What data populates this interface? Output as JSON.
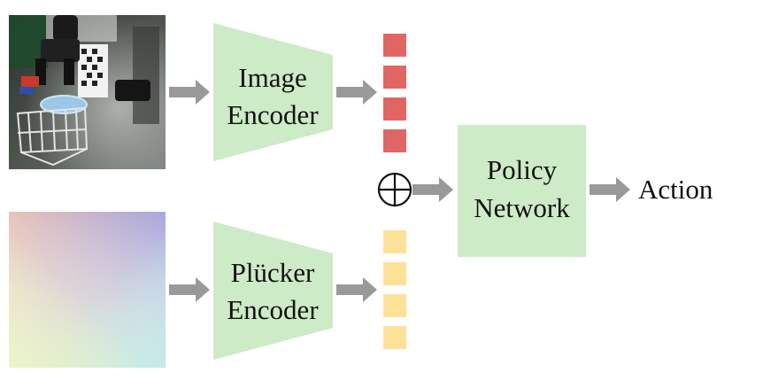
{
  "image_encoder": {
    "line1": "Image",
    "line2": "Encoder"
  },
  "plucker_encoder": {
    "line1": "Plücker",
    "line2": "Encoder"
  },
  "policy_network": {
    "line1": "Policy",
    "line2": "Network"
  },
  "output_label": "Action",
  "combine_symbol": "circled-plus-icon",
  "colors": {
    "encoder_fill": "#cdebc6",
    "policy_fill": "#cdebc6",
    "arrow": "#999999",
    "image_feature": "#e06666",
    "plucker_feature": "#fde199",
    "text": "#111111"
  }
}
